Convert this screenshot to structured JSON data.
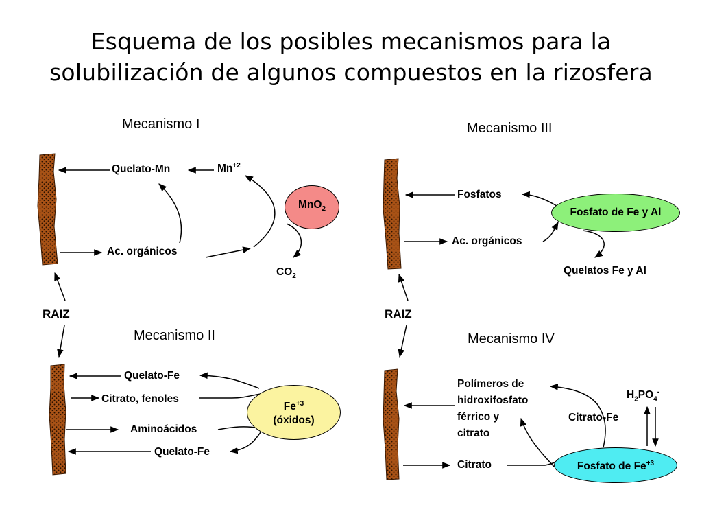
{
  "title": {
    "line1": "Esquema de los posibles mecanismos para la",
    "line2": "solubilización de algunos compuestos en la rizosfera"
  },
  "colors": {
    "mno2": "#f48a88",
    "fosfato_fe_al": "#8df07a",
    "fe3": "#fbf3a0",
    "fosfato_fe3": "#4fecf2",
    "root": "#a85216"
  },
  "mech1": {
    "heading": "Mecanismo I",
    "quelato_mn": "Quelato-Mn",
    "mn": "Mn",
    "mn_charge": "+2",
    "mno2": "MnO",
    "mno2_sub": "2",
    "ac_organicos": "Ac. orgánicos",
    "co2": "CO",
    "co2_sub": "2"
  },
  "mech2": {
    "heading": "Mecanismo II",
    "quelato_fe_top": "Quelato-Fe",
    "citrato_fenoles": "Citrato, fenoles",
    "aminoacidos": "Aminoácidos",
    "quelato_fe_bottom": "Quelato-Fe",
    "fe": "Fe",
    "fe_charge": "+3",
    "fe_oxidos": "(óxidos)"
  },
  "mech3": {
    "heading": "Mecanismo III",
    "fosfatos": "Fosfatos",
    "fosfato_fe_al": "Fosfato de Fe y Al",
    "ac_organicos": "Ac. orgánicos",
    "quelatos_fe_al": "Quelatos Fe y Al"
  },
  "mech4": {
    "heading": "Mecanismo IV",
    "polimeros": [
      "Polímeros de",
      "hidroxifosfato",
      "férrico y",
      "citrato"
    ],
    "h2po4_h": "H",
    "h2po4_sub1": "2",
    "h2po4_po": "PO",
    "h2po4_sub2": "4",
    "h2po4_charge": "-",
    "citrato_fe": "Citrato-Fe",
    "citrato": "Citrato",
    "fosfato_fe": "Fosfato de Fe",
    "fosfato_fe_charge": "+3"
  },
  "raiz": "RAIZ"
}
